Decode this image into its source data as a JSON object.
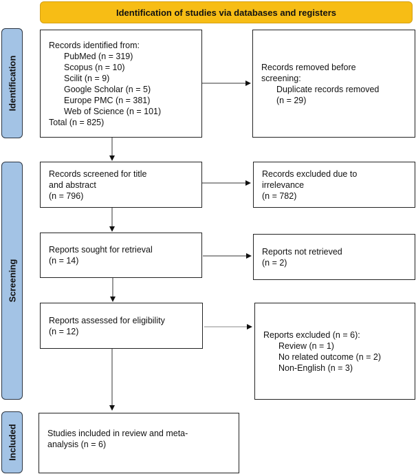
{
  "header": "Identification of studies via databases and registers",
  "phases": {
    "identification": "Identification",
    "screening": "Screening",
    "included": "Included"
  },
  "identified": {
    "title": "Records identified from:",
    "sources": [
      "PubMed (n = 319)",
      "Scopus (n = 10)",
      "Scilit (n = 9)",
      "Google Scholar (n = 5)",
      "Europe PMC (n = 381)",
      "Web of Science (n = 101)"
    ],
    "total": "Total (n = 825)"
  },
  "removed": {
    "title": "Records removed before screening:",
    "item": "Duplicate records removed",
    "count": "(n = 29)"
  },
  "screened": {
    "title": "Records screened for title and abstract",
    "count": "(n = 796)"
  },
  "excluded_irrelevance": {
    "title": "Records excluded due to irrelevance",
    "count": "(n = 782)"
  },
  "sought": {
    "title": "Reports sought for retrieval",
    "count": "(n = 14)"
  },
  "not_retrieved": {
    "title": "Reports not retrieved",
    "count": "(n = 2)"
  },
  "assessed": {
    "title": "Reports assessed for eligibility",
    "count": "(n = 12)"
  },
  "reports_excluded": {
    "title": "Reports excluded (n = 6):",
    "reasons": [
      "Review (n = 1)",
      "No related outcome (n = 2)",
      "Non-English (n = 3)"
    ]
  },
  "included": {
    "title": "Studies included in review and meta-analysis (n = 6)"
  }
}
